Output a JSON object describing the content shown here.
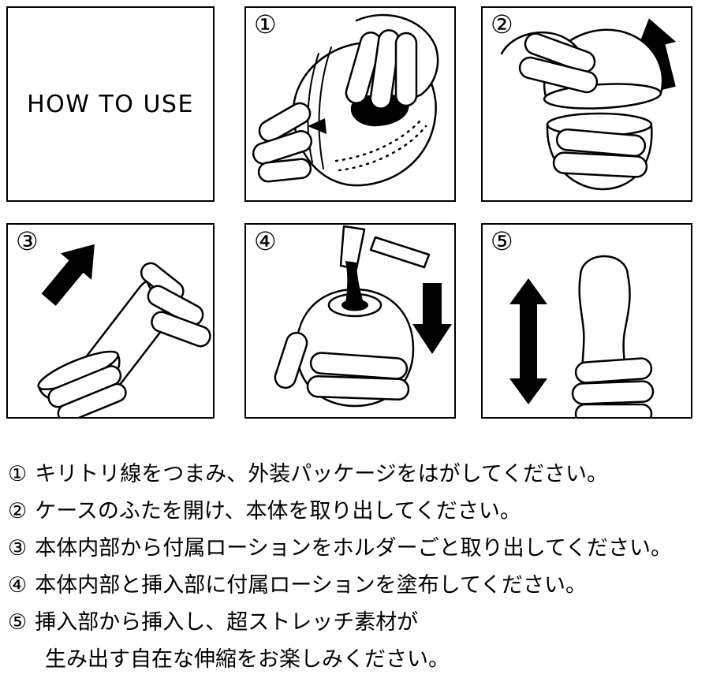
{
  "title": "HOW TO USE",
  "panels": [
    {
      "number": "①"
    },
    {
      "number": "②"
    },
    {
      "number": "③"
    },
    {
      "number": "④"
    },
    {
      "number": "⑤"
    }
  ],
  "instructions": [
    {
      "number": "①",
      "text": "キリトリ線をつまみ、外装パッケージをはがしてください。"
    },
    {
      "number": "②",
      "text": "ケースのふたを開け、本体を取り出してください。"
    },
    {
      "number": "③",
      "text": "本体内部から付属ローションをホルダーごと取り出してください。"
    },
    {
      "number": "④",
      "text": "本体内部と挿入部に付属ローションを塗布してください。"
    },
    {
      "number": "⑤",
      "text": "挿入部から挿入し、超ストレッチ素材が",
      "text_line2": "生み出す自在な伸縮をお楽しみください。"
    }
  ],
  "colors": {
    "ink": "#000000",
    "background": "#ffffff"
  }
}
